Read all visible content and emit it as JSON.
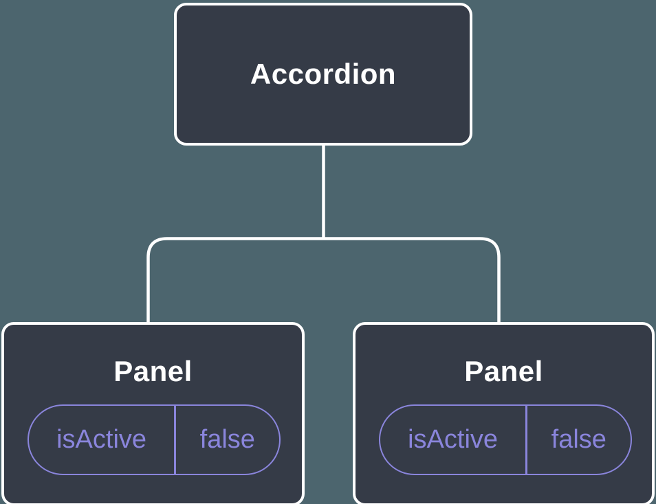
{
  "diagram": {
    "type": "component-tree",
    "colors": {
      "background": "#4C656E",
      "node_fill": "#353B47",
      "node_border": "#FFFFFF",
      "connector": "#FFFFFF",
      "state_accent": "#8A85DC",
      "title_text": "#FFFFFF"
    },
    "tree": {
      "root": {
        "label": "Accordion"
      },
      "children": [
        {
          "title": "Panel",
          "state": {
            "key": "isActive",
            "value": "false"
          }
        },
        {
          "title": "Panel",
          "state": {
            "key": "isActive",
            "value": "false"
          }
        }
      ]
    }
  }
}
